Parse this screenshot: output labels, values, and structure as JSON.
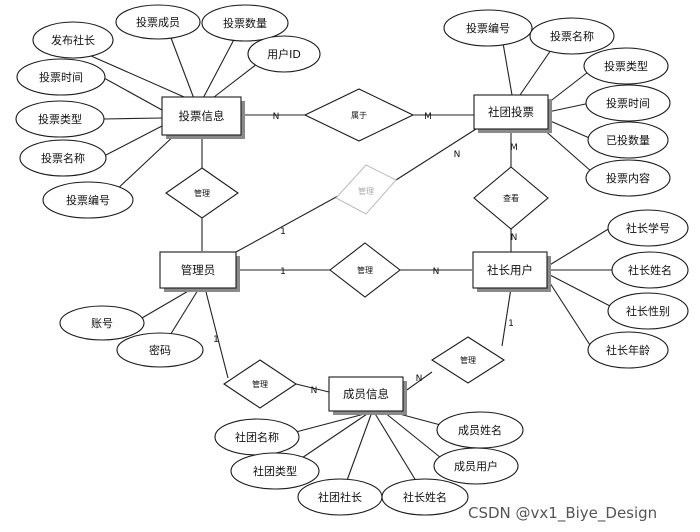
{
  "entities": {
    "vote_info": "投票信息",
    "club_vote": "社团投票",
    "admin": "管理员",
    "president_user": "社长用户",
    "member_info": "成员信息"
  },
  "relationships": {
    "belongs": "属于",
    "manage_vote": "管理",
    "view": "查看",
    "manage_admin_pres": "管理",
    "manage_admin_member": "管理",
    "manage_pres_member": "管理",
    "manage_faint": "管理"
  },
  "attributes": {
    "vote_info": [
      "发布社长",
      "投票成员",
      "投票数量",
      "用户ID",
      "投票时间",
      "投票类型",
      "投票名称",
      "投票编号"
    ],
    "club_vote": [
      "投票编号",
      "投票名称",
      "投票类型",
      "投票时间",
      "已投数量",
      "投票内容"
    ],
    "admin": [
      "账号",
      "密码"
    ],
    "president_user": [
      "社长学号",
      "社长姓名",
      "社长性别",
      "社长年龄"
    ],
    "member_info": [
      "社团名称",
      "社团类型",
      "社团社长",
      "社长姓名",
      "成员姓名",
      "成员用户"
    ]
  },
  "cardinalities": {
    "vote_belongs": "N",
    "belongs_club": "M",
    "club_faint": "N",
    "faint_admin": "1",
    "club_view": "M",
    "view_pres": "N",
    "admin_manage": "1",
    "manage_pres": "N",
    "admin_member_a": "1",
    "admin_member_b": "N",
    "pres_member_a": "1",
    "pres_member_b": "N"
  },
  "watermark": "CSDN @vx1_Biye_Design"
}
